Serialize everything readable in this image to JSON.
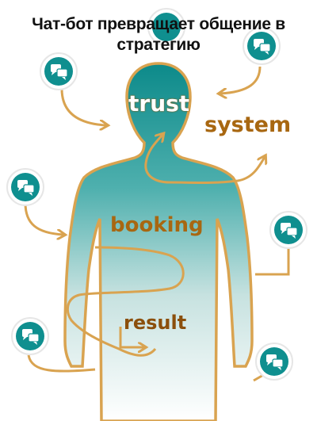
{
  "title": {
    "line1": "Чат-бот превращает общение в",
    "line2": "стратегию"
  },
  "labels": {
    "trust": "trust",
    "system": "system",
    "booking": "booking",
    "result": "result"
  },
  "icons": [
    "chat-bubbles-icon",
    "chat-bubbles-icon",
    "chat-bubbles-icon",
    "chat-bubbles-icon",
    "chat-bubbles-icon",
    "chat-bubbles-icon",
    "chat-bubbles-icon"
  ],
  "colors": {
    "teal": "#0f8f8f",
    "gold": "#d9a350",
    "brown_text": "#a86711",
    "background": "#ffffff"
  }
}
